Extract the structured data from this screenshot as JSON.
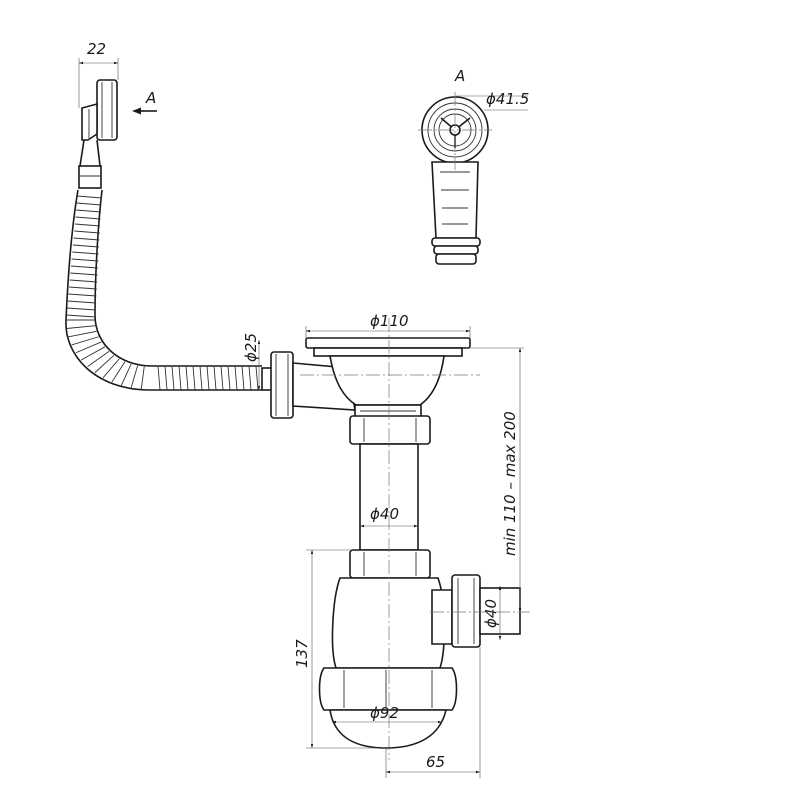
{
  "view_marker": "A",
  "dimensions": {
    "outlet_width": "22",
    "view_a_diameter": "ϕ41.5",
    "bowl_diameter": "ϕ110",
    "overflow_diameter": "ϕ25",
    "pipe_diameter": "ϕ40",
    "height_range": "min 110 – max 200",
    "trap_height": "137",
    "outlet_diameter": "ϕ40",
    "trap_diameter": "ϕ92",
    "outlet_offset": "65"
  }
}
